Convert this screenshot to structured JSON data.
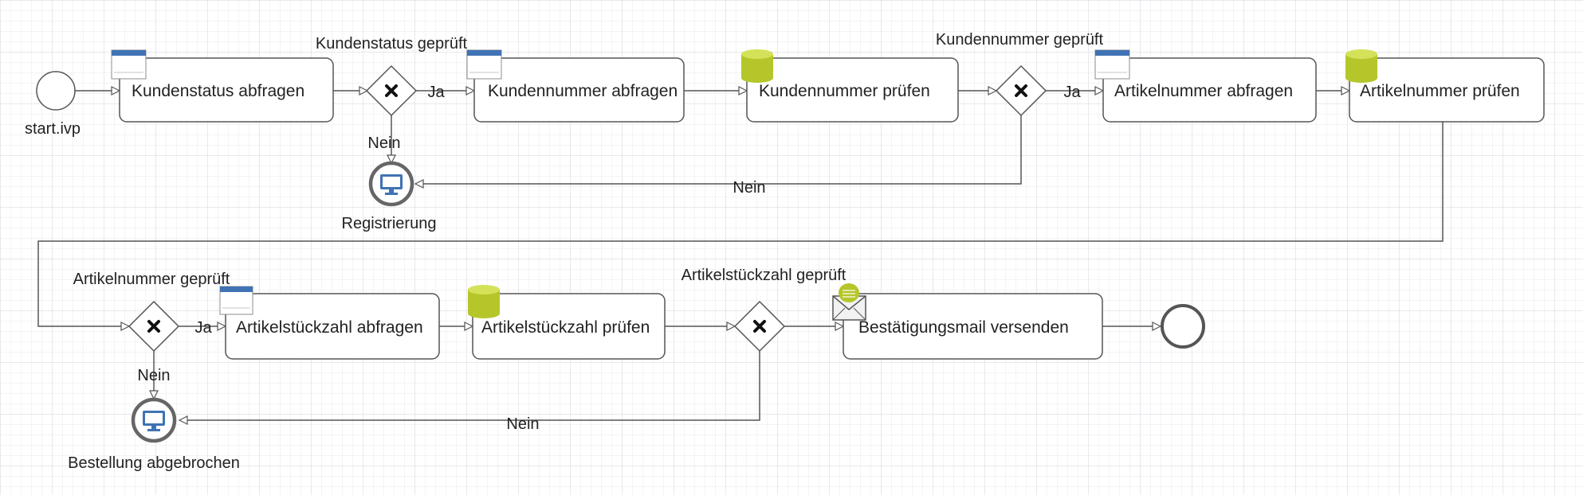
{
  "colors": {
    "grid_minor": "#e9e9ee",
    "grid_major": "#d3d3dc",
    "stroke": "#555555",
    "task_fill": "#ffffff",
    "window_icon_bar": "#3f73b4",
    "database_icon": "#b5c62a",
    "screen_icon": "#3f73b4"
  },
  "events": {
    "start": {
      "label": "start.ivp"
    },
    "end": {
      "label": ""
    },
    "registration": {
      "label": "Registrierung",
      "icon": "monitor-icon"
    },
    "order_cancelled": {
      "label": "Bestellung abgebrochen",
      "icon": "monitor-icon"
    }
  },
  "tasks": {
    "t1": {
      "label": "Kundenstatus abfragen",
      "icon": "window-icon"
    },
    "t2": {
      "label": "Kundennummer abfragen",
      "icon": "window-icon"
    },
    "t3": {
      "label": "Kundennummer prüfen",
      "icon": "database-icon"
    },
    "t4": {
      "label": "Artikelnummer abfragen",
      "icon": "window-icon"
    },
    "t5": {
      "label": "Artikelnummer prüfen",
      "icon": "database-icon"
    },
    "t6": {
      "label": "Artikelstückzahl abfragen",
      "icon": "window-icon"
    },
    "t7": {
      "label": "Artikelstückzahl prüfen",
      "icon": "database-icon"
    },
    "t8": {
      "label": "Bestätigungsmail versenden",
      "icon": "envelope-icon"
    }
  },
  "gateways": {
    "g1": {
      "label": "Kundenstatus geprüft"
    },
    "g2": {
      "label": "Kundennummer geprüft"
    },
    "g3": {
      "label": "Artikelnummer geprüft"
    },
    "g4": {
      "label": "Artikelstückzahl geprüft"
    }
  },
  "edge_labels": {
    "g1_yes": "Ja",
    "g1_no": "Nein",
    "g2_yes": "Ja",
    "g2_no": "Nein",
    "g3_yes": "Ja",
    "g3_no": "Nein",
    "g4_no": "Nein"
  }
}
